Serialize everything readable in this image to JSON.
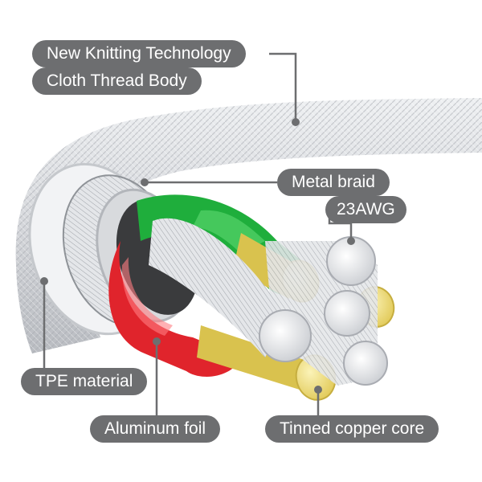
{
  "labels": {
    "knitting": "New Knitting Technology",
    "cloth": "Cloth Thread Body",
    "metal_braid": "Metal braid",
    "awg": "23AWG",
    "tpe": "TPE material",
    "aluminum": "Aluminum foil",
    "copper": "Tinned copper core"
  },
  "colors": {
    "callout_bg": "#6d6e70",
    "callout_text": "#ffffff",
    "leader_line": "#6d6e70",
    "jacket": "#d9dadd",
    "braid": "#bfc2c7",
    "insulation_red": "#e0242c",
    "insulation_green": "#1fae3c",
    "copper_core": "#f2e27a",
    "strand": "#f1f2f4"
  }
}
